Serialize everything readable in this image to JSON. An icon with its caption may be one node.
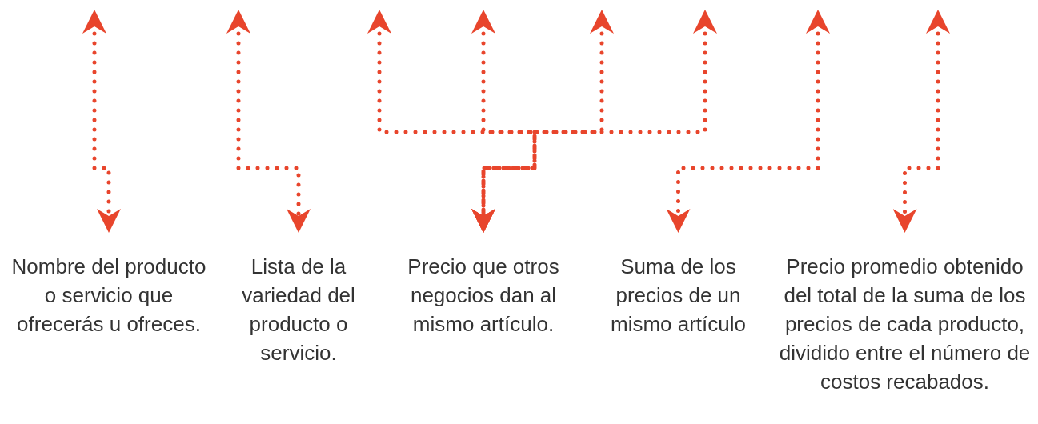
{
  "diagram": {
    "nodes": [
      {
        "text": [
          "Nombre del producto o servicio que ofrecerás u ofreces."
        ]
      },
      {
        "text": [
          "Lista de la variedad del producto o servicio."
        ]
      },
      {
        "text": [
          "Precio que otros negocios dan al mismo artículo."
        ]
      },
      {
        "text": [
          "Suma de los precios de un mismo artículo"
        ]
      },
      {
        "text": [
          "Precio promedio obtenido del total de la suma de los precios de cada producto, dividido entre el número de costos recabados."
        ]
      }
    ],
    "edges": [
      {
        "from": null,
        "to": 0,
        "arrow": "both",
        "style": "dashed"
      },
      {
        "from": null,
        "to": 1,
        "arrow": "both",
        "style": "dashed"
      },
      {
        "from": null,
        "to": 2,
        "arrow": "both",
        "style": "dashed"
      },
      {
        "from": null,
        "to": 2,
        "arrow": "both",
        "style": "dashed"
      },
      {
        "from": null,
        "to": 2,
        "arrow": "both",
        "style": "dashed"
      },
      {
        "from": null,
        "to": 2,
        "arrow": "both",
        "style": "dashed"
      },
      {
        "from": null,
        "to": 3,
        "arrow": "both",
        "style": "dashed"
      },
      {
        "from": null,
        "to": 4,
        "arrow": "both",
        "style": "dashed"
      }
    ]
  }
}
